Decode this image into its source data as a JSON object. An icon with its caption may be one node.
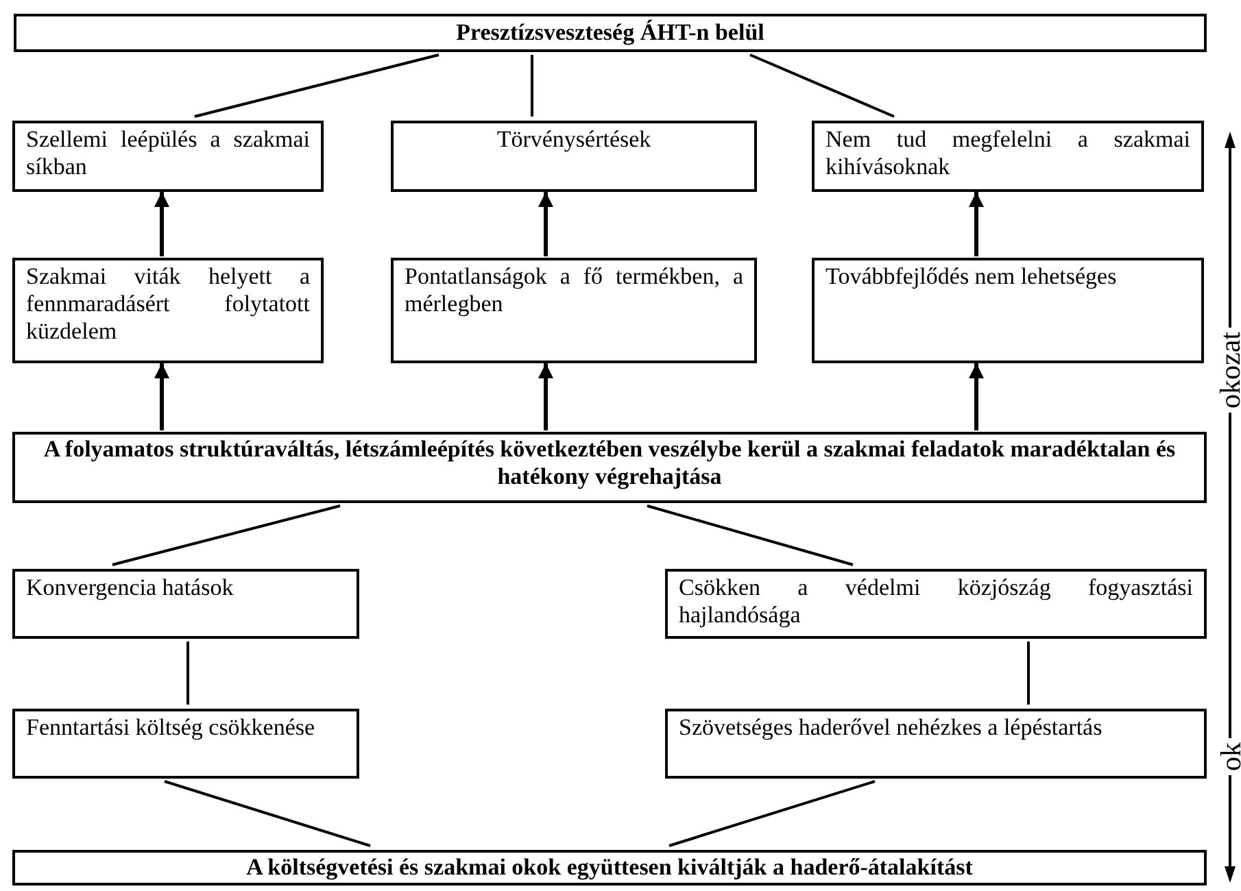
{
  "diagram": {
    "nodes": [
      {
        "text": [
          "Presztízsveszteség ÁHT-n belül"
        ]
      },
      {
        "text": [
          "Szellemi leépülés a szakmai síkban"
        ]
      },
      {
        "text": [
          "Törvénysértések"
        ]
      },
      {
        "text": [
          "Nem tud megfelelni a szakmai kihívásoknak"
        ]
      },
      {
        "text": [
          "Szakmai viták helyett a fennmaradásért folytatott küzdelem"
        ]
      },
      {
        "text": [
          "Pontatlanságok a fő termékben, a mérlegben"
        ]
      },
      {
        "text": [
          "Továbbfejlődés nem lehetséges"
        ]
      },
      {
        "text": [
          "A folyamatos struktúraváltás, létszámleépítés következtében veszélybe kerül a szakmai feladatok maradéktalan és hatékony végrehajtása"
        ]
      },
      {
        "text": [
          "Konvergencia hatások"
        ]
      },
      {
        "text": [
          "Csökken a védelmi közjószág fogyasztási hajlandósága"
        ]
      },
      {
        "text": [
          "Fenntartási költség csökkenése"
        ]
      },
      {
        "text": [
          "Szövetséges haderővel nehézkes a lépéstartás"
        ]
      },
      {
        "text": [
          "A költségvetési és szakmai okok együttesen kiváltják a haderő-átalakítást"
        ]
      }
    ],
    "edges": [
      {
        "from": 0,
        "to": 1,
        "arrow": "none"
      },
      {
        "from": 0,
        "to": 2,
        "arrow": "none"
      },
      {
        "from": 0,
        "to": 3,
        "arrow": "none"
      },
      {
        "from": 4,
        "to": 1,
        "arrow": "to"
      },
      {
        "from": 5,
        "to": 2,
        "arrow": "to"
      },
      {
        "from": 6,
        "to": 3,
        "arrow": "to"
      },
      {
        "from": 7,
        "to": 4,
        "arrow": "to"
      },
      {
        "from": 7,
        "to": 5,
        "arrow": "to"
      },
      {
        "from": 7,
        "to": 6,
        "arrow": "to"
      },
      {
        "from": 7,
        "to": 8,
        "arrow": "none"
      },
      {
        "from": 7,
        "to": 9,
        "arrow": "none"
      },
      {
        "from": 8,
        "to": 10,
        "arrow": "none"
      },
      {
        "from": 9,
        "to": 11,
        "arrow": "none"
      },
      {
        "from": 10,
        "to": 12,
        "arrow": "none"
      },
      {
        "from": 11,
        "to": 12,
        "arrow": "none"
      }
    ],
    "labels": [
      "okozat",
      "ok"
    ]
  }
}
